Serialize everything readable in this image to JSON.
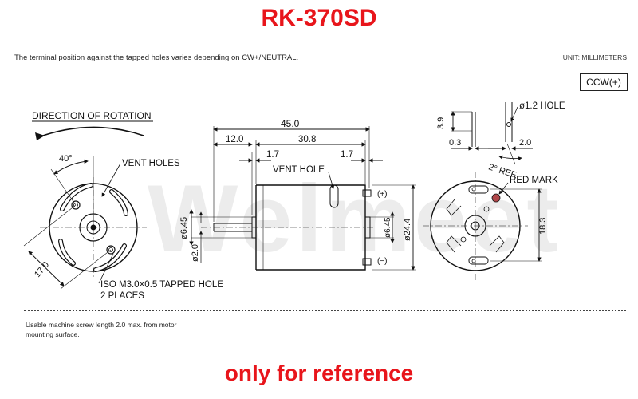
{
  "title": "RK-370SD",
  "footer": "only for reference",
  "watermark": "Welmeet",
  "notes": {
    "terminal": "The terminal position against the tapped holes varies depending on CW+/NEUTRAL.",
    "units": "UNIT: MILLIMETERS",
    "rotation_badge": "CCW(+)",
    "screw": "Usable machine screw length 2.0 max. from motor mounting surface."
  },
  "front_view": {
    "direction_label": "DIRECTION OF ROTATION",
    "angle": "40°",
    "vent_holes": "VENT HOLES",
    "dim_17": "17.0",
    "tapped_hole": "ISO M3.0×0.5 TAPPED HOLE",
    "places": "2 PLACES"
  },
  "side_view": {
    "dim_45": "45.0",
    "dim_12": "12.0",
    "dim_30_8": "30.8",
    "dim_1_7_left": "1.7",
    "dim_1_7_right": "1.7",
    "vent_hole": "VENT HOLE",
    "dia_6_45_left": "ø6.45",
    "dia_2_0": "ø2.0",
    "dia_6_45_right": "ø6.45",
    "dia_24_4": "ø24.4",
    "plus": "(+)",
    "minus": "(−)"
  },
  "rear_view": {
    "dia_1_2": "ø1.2 HOLE",
    "dim_3_9": "3.9",
    "dim_0_3": "0.3",
    "dim_2_0": "2.0",
    "ref": "2° REF.",
    "red_mark": "RED MARK",
    "dim_18_3": "18.3"
  }
}
